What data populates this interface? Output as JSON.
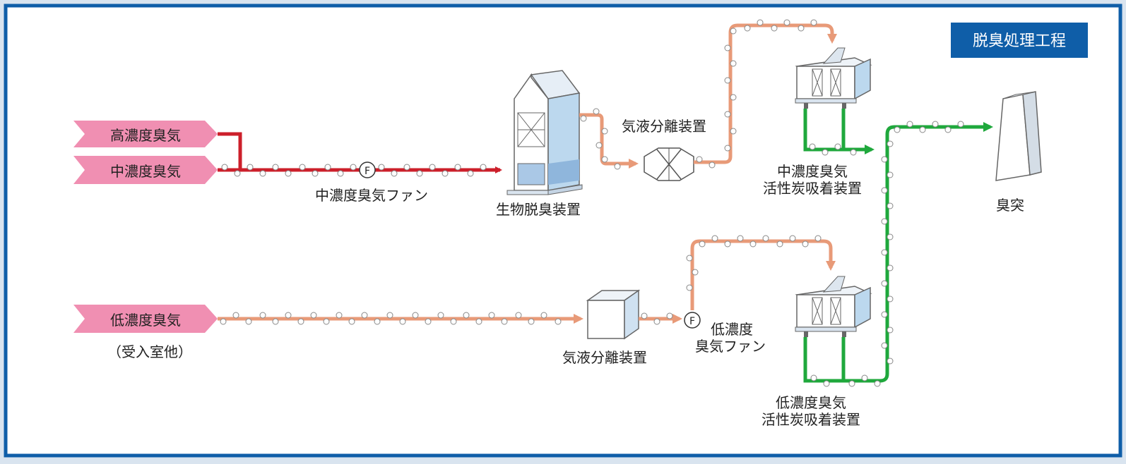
{
  "title": "脱臭処理工程",
  "inputs": {
    "high": "高濃度臭気",
    "medium": "中濃度臭気",
    "low": "低濃度臭気",
    "low_note": "（受入室他）"
  },
  "fans": {
    "symbol": "F",
    "medium_fan_label": "中濃度臭気ファン",
    "low_fan_label_line1": "低濃度",
    "low_fan_label_line2": "臭気ファン"
  },
  "equipment": {
    "bio_deodorizer": "生物脱臭装置",
    "separator_upper": "気液分離装置",
    "separator_lower": "気液分離装置",
    "adsorber_medium_line1": "中濃度臭気",
    "adsorber_medium_line2": "活性炭吸着装置",
    "adsorber_low_line1": "低濃度臭気",
    "adsorber_low_line2": "活性炭吸着装置",
    "stack": "臭突"
  },
  "colors": {
    "frame": "#0f5ea8",
    "title_bg": "#0f5ea8",
    "input_arrow": "#f08fb2",
    "high_line": "#cc1f2a",
    "mid_line": "#e89a78",
    "clean_line": "#1fa83c"
  }
}
